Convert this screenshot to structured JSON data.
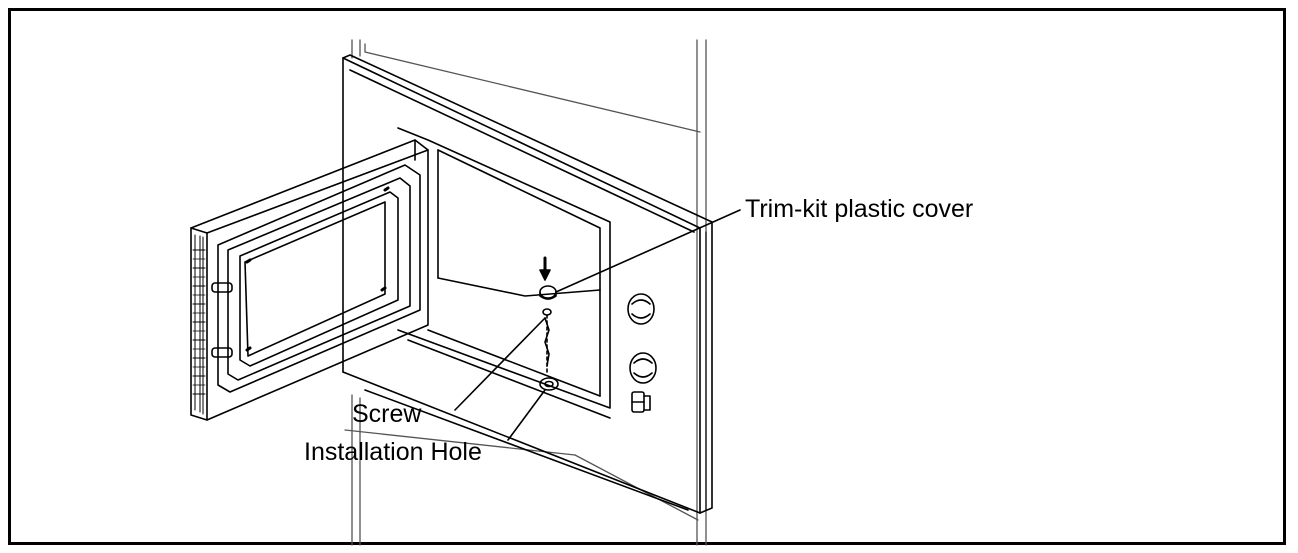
{
  "figure": {
    "callouts": {
      "trim_kit_cover": "Trim-kit plastic cover",
      "screw": "Screw",
      "installation_hole": "Installation Hole"
    },
    "colors": {
      "line": "#000000",
      "light_line": "#555555",
      "background": "#ffffff"
    }
  }
}
